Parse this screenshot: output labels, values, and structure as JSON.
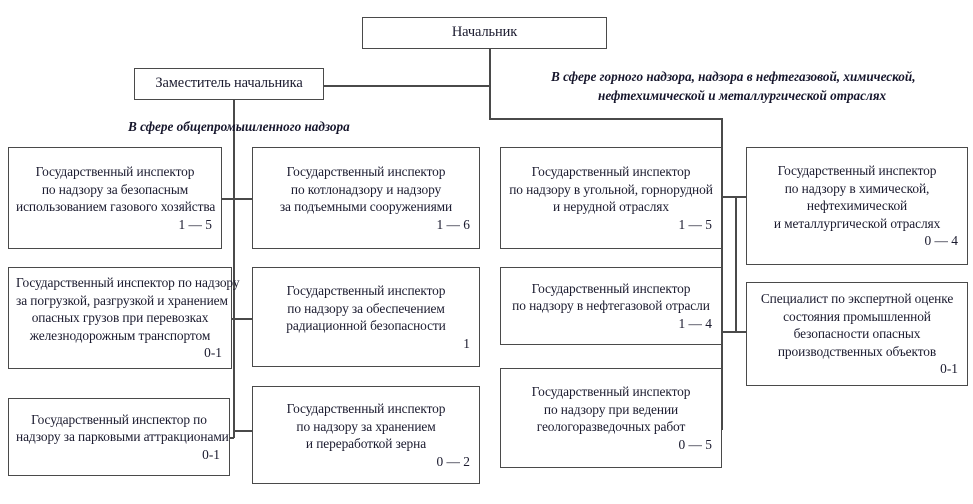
{
  "diagram": {
    "title_box": {
      "label": "Начальник"
    },
    "deputy_box": {
      "label": "Заместитель начальника"
    },
    "branch_labels": {
      "left": "В сфере общепромышленного надзора",
      "right_line1": "В сфере горного надзора, надзора в нефтегазовой, химической,",
      "right_line2": "нефтехимической и металлургической отраслях"
    },
    "colors": {
      "line": "#4a4a4a",
      "text": "#1a1a2e",
      "background": "#ffffff"
    },
    "boxes": [
      {
        "id": "gas-supervision",
        "lines": [
          "Государственный инспектор",
          "по надзору за безопасным",
          "использованием газового хозяйства"
        ],
        "code": "1 — 5"
      },
      {
        "id": "boiler-lifting-supervision",
        "lines": [
          "Государственный инспектор",
          "по котлонадзору и надзору",
          "за подъемными сооружениями"
        ],
        "code": "1 — 6"
      },
      {
        "id": "coal-mining-supervision",
        "lines": [
          "Государственный инспектор",
          "по надзору в угольной, горнорудной",
          "и нерудной отраслях"
        ],
        "code": "1 — 5"
      },
      {
        "id": "chemical-metallurgy-supervision",
        "lines": [
          "Государственный инспектор",
          "по надзору в химической,",
          "нефтехимической",
          "и металлургической отраслях"
        ],
        "code": "0 — 4"
      },
      {
        "id": "dangerous-goods-rail-supervision",
        "lines": [
          "Государственный инспектор по надзору",
          "за погрузкой, разгрузкой и хранением",
          "опасных грузов при перевозках",
          "железнодорожным транспортом"
        ],
        "code": "0-1"
      },
      {
        "id": "radiation-safety-supervision",
        "lines": [
          "Государственный инспектор",
          "по надзору за обеспечением",
          "радиационной безопасности"
        ],
        "code": "1"
      },
      {
        "id": "oil-gas-supervision",
        "lines": [
          "Государственный инспектор",
          "по надзору в нефтегазовой отрасли"
        ],
        "code": "1 — 4"
      },
      {
        "id": "expert-assessment-specialist",
        "lines": [
          "Специалист по экспертной оценке",
          "состояния промышленной",
          "безопасности опасных",
          "производственных объектов"
        ],
        "code": "0-1"
      },
      {
        "id": "park-attractions-supervision",
        "lines": [
          "Государственный инспектор по",
          "надзору за парковыми аттракционами"
        ],
        "code": "0-1"
      },
      {
        "id": "grain-storage-supervision",
        "lines": [
          "Государственный инспектор",
          "по надзору за хранением",
          "и переработкой зерна"
        ],
        "code": "0 — 2"
      },
      {
        "id": "geological-exploration-supervision",
        "lines": [
          "Государственный инспектор",
          "по надзору при ведении",
          "геологоразведочных работ"
        ],
        "code": "0 — 5"
      }
    ]
  }
}
